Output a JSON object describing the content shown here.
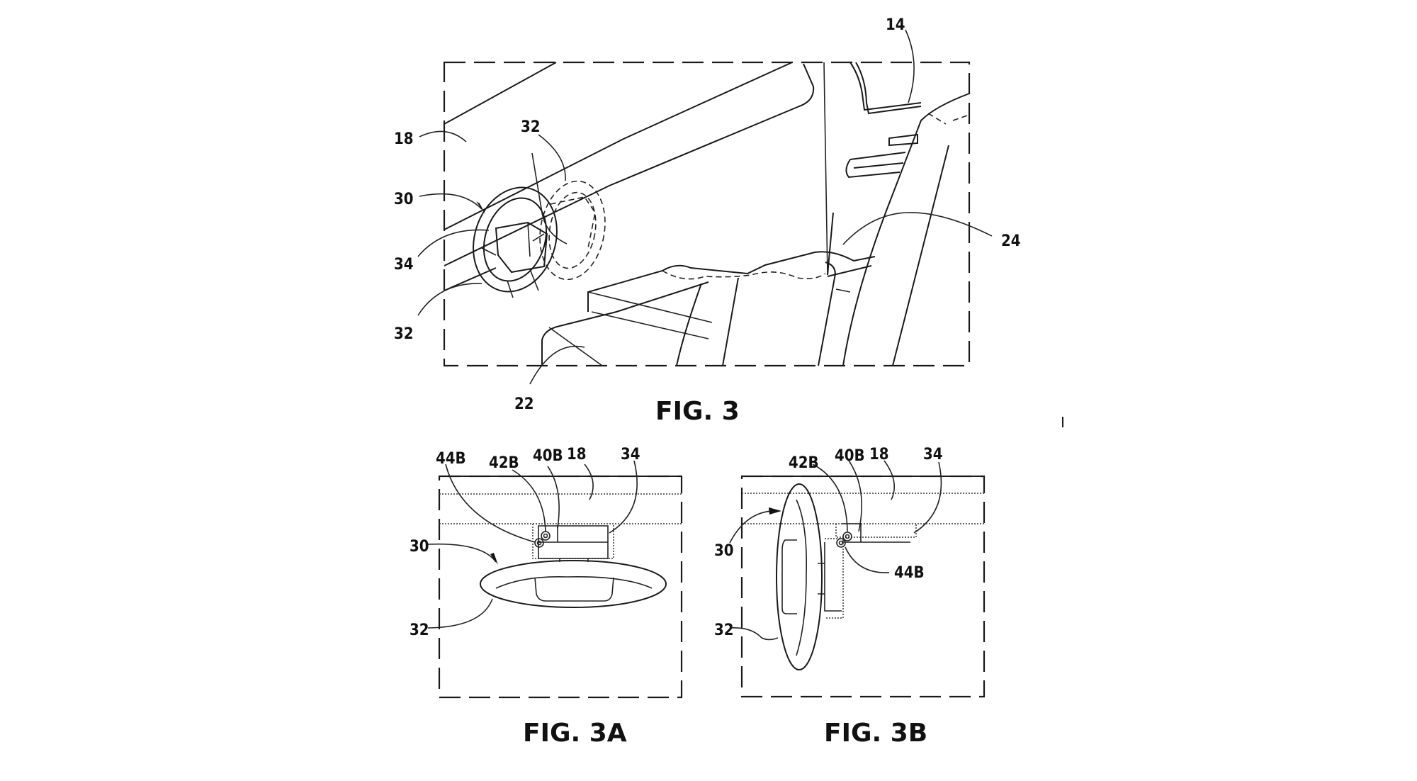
{
  "figures": {
    "fig3": {
      "caption": "FIG. 3",
      "labels": {
        "vehicle": "14",
        "dashboard": "18",
        "steering_wheel_top": "32",
        "steering_assembly": "30",
        "display": "34",
        "steering_wheel_bottom": "32",
        "seat_front": "22",
        "seat_rear": "24"
      }
    },
    "fig3a": {
      "caption": "FIG. 3A",
      "labels": {
        "gear_44b": "44B",
        "gear_42b": "42B",
        "gear_40b": "40B",
        "dashboard": "18",
        "display": "34",
        "steering_assembly": "30",
        "steering_wheel": "32"
      }
    },
    "fig3b": {
      "caption": "FIG. 3B",
      "labels": {
        "gear_42b": "42B",
        "gear_40b": "40B",
        "dashboard": "18",
        "display": "34",
        "steering_assembly": "30",
        "gear_44b": "44B",
        "steering_wheel": "32"
      }
    }
  }
}
